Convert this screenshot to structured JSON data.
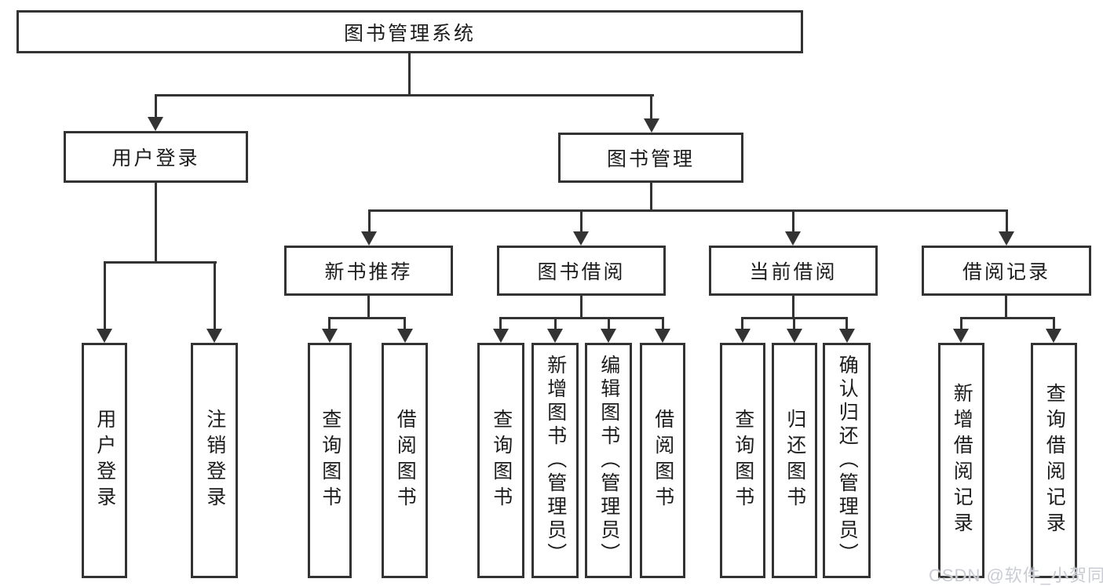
{
  "tree": {
    "label": "图书管理系统",
    "children": [
      {
        "label": "用户登录",
        "children": [
          {
            "label": "用户登录"
          },
          {
            "label": "注销登录"
          }
        ]
      },
      {
        "label": "图书管理",
        "children": [
          {
            "label": "新书推荐",
            "children": [
              {
                "label": "查询图书"
              },
              {
                "label": "借阅图书"
              }
            ]
          },
          {
            "label": "图书借阅",
            "children": [
              {
                "label": "查询图书"
              },
              {
                "label": "新增图书（管理员）"
              },
              {
                "label": "编辑图书（管理员）"
              },
              {
                "label": "借阅图书"
              }
            ]
          },
          {
            "label": "当前借阅",
            "children": [
              {
                "label": "查询图书"
              },
              {
                "label": "归还图书"
              },
              {
                "label": "确认归还（管理员）"
              }
            ]
          },
          {
            "label": "借阅记录",
            "children": [
              {
                "label": "新增借阅记录"
              },
              {
                "label": "查询借阅记录"
              }
            ]
          }
        ]
      }
    ]
  },
  "watermark": {
    "text": "CSDN @软件_小贺同学"
  },
  "colors": {
    "line": "#333333",
    "box_border": "#333333",
    "background": "#ffffff",
    "text": "#1c1c1c",
    "watermark": "#c9ccd3"
  }
}
